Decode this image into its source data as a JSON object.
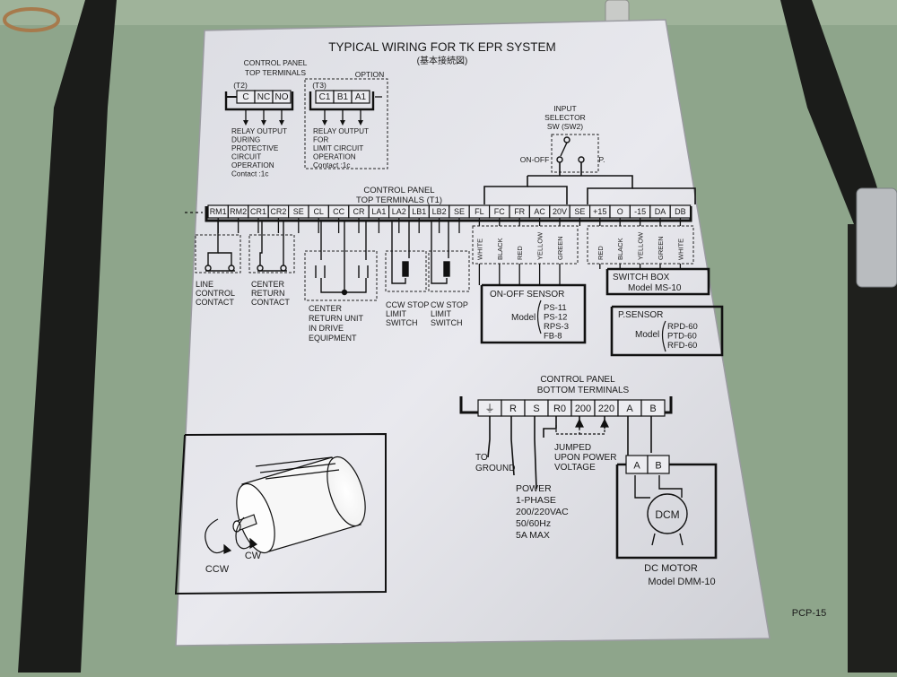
{
  "title": "TYPICAL WIRING FOR TK EPR SYSTEM",
  "subtitle": "(基本接続図)",
  "top_left": {
    "cp_line1": "CONTROL PANEL",
    "cp_line2": "TOP TERMINALS",
    "option": "OPTION",
    "t2_label": "(T2)",
    "t2_terms": [
      "C",
      "NC",
      "NO"
    ],
    "t2_desc": [
      "RELAY OUTPUT",
      "DURING",
      "PROTECTIVE",
      "CIRCUIT",
      "OPERATION",
      "Contact :1c"
    ],
    "t3_label": "(T3)",
    "t3_terms": [
      "C1",
      "B1",
      "A1"
    ],
    "t3_desc": [
      "RELAY OUTPUT",
      "FOR",
      "LIMIT CIRCUIT",
      "OPERATION",
      "Contact :1c"
    ]
  },
  "selector": {
    "lines": [
      "INPUT",
      "SELECTOR",
      "SW (SW2)"
    ],
    "onoff": "ON-OFF",
    "p": "P."
  },
  "t1": {
    "line1": "CONTROL PANEL",
    "line2": "TOP TERMINALS (T1)",
    "terminals": [
      "RM1",
      "RM2",
      "CR1",
      "CR2",
      "SE",
      "CL",
      "CC",
      "CR",
      "LA1",
      "LA2",
      "LB1",
      "LB2",
      "SE",
      "FL",
      "FC",
      "FR",
      "AC",
      "20V",
      "SE",
      "+15",
      "O",
      "-15",
      "DA",
      "DB"
    ]
  },
  "wire_colors_left": [
    "WHITE",
    "BLACK",
    "RED",
    "YELLOW",
    "GREEN"
  ],
  "wire_colors_right": [
    "RED",
    "BLACK",
    "YELLOW",
    "GREEN",
    "WHITE"
  ],
  "contacts": {
    "line_control": [
      "LINE",
      "CONTROL",
      "CONTACT"
    ],
    "center_return": [
      "CENTER",
      "RETURN",
      "CONTACT"
    ],
    "center_return_unit": [
      "CENTER",
      "RETURN UNIT",
      "IN DRIVE",
      "EQUIPMENT"
    ],
    "ccw_stop": [
      "CCW STOP",
      "LIMIT",
      "SWITCH"
    ],
    "cw_stop": [
      "CW STOP",
      "LIMIT",
      "SWITCH"
    ]
  },
  "onoff_sensor": {
    "title": "ON-OFF SENSOR",
    "model_label": "Model",
    "models": [
      "PS-11",
      "PS-12",
      "RPS-3",
      "FB-8"
    ]
  },
  "switch_box": {
    "line1": "SWITCH BOX",
    "line2": "Model MS-10"
  },
  "p_sensor": {
    "title": "P.SENSOR",
    "model_label": "Model",
    "models": [
      "RPD-60",
      "PTD-60",
      "RFD-60"
    ]
  },
  "bottom": {
    "line1": "CONTROL PANEL",
    "line2": "BOTTOM TERMINALS",
    "terminals": [
      "⏚",
      "R",
      "S",
      "R0",
      "200",
      "220",
      "A",
      "B"
    ],
    "to_ground": [
      "TO",
      "GROUND"
    ],
    "jumped": [
      "JUMPED",
      "UPON POWER",
      "VOLTAGE"
    ],
    "power": [
      "POWER",
      "1-PHASE",
      "200/220VAC",
      "50/60Hz",
      "5A MAX"
    ],
    "motor_terms": [
      "A",
      "B"
    ],
    "dcm": "DCM",
    "motor_line1": "DC MOTOR",
    "motor_line2": "Model DMM-10"
  },
  "rotation": {
    "ccw": "CCW",
    "cw": "CW"
  },
  "plate_id": "PCP-15"
}
